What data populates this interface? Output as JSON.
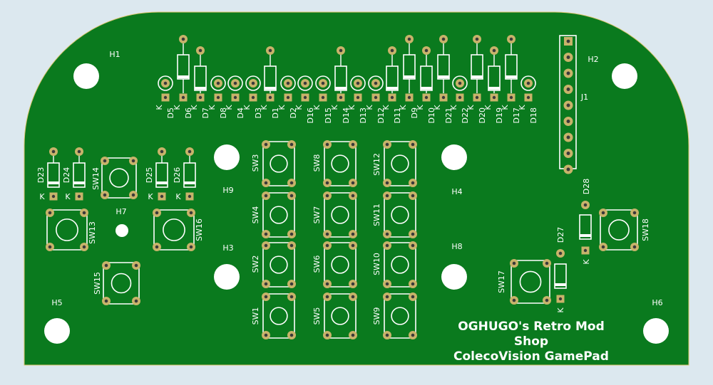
{
  "board": {
    "title_line1": "OGHUGO's Retro Mod Shop",
    "title_line2": "ColecoVision GamePad"
  },
  "colors": {
    "board": "#0a7a1e",
    "background": "#dce8ef",
    "pad": "#c8b36a",
    "silk": "#ffffff",
    "hole": "#ffffff"
  },
  "holes": [
    {
      "id": "H1",
      "label": "H1"
    },
    {
      "id": "H2",
      "label": "H2"
    },
    {
      "id": "H3",
      "label": "H3"
    },
    {
      "id": "H4",
      "label": "H4"
    },
    {
      "id": "H5",
      "label": "H5"
    },
    {
      "id": "H6",
      "label": "H6"
    },
    {
      "id": "H7",
      "label": "H7"
    },
    {
      "id": "H8",
      "label": "H8"
    },
    {
      "id": "H9",
      "label": "H9"
    }
  ],
  "connector": {
    "label": "J1"
  },
  "top_diodes": [
    "D5",
    "D6",
    "D7",
    "D8",
    "D4",
    "D3",
    "D1",
    "D2",
    "D16",
    "D15",
    "D14",
    "D13",
    "D12",
    "D11",
    "D9",
    "D10",
    "D21",
    "D22",
    "D20",
    "D19",
    "D17",
    "D18"
  ],
  "pin_letter": "K",
  "left_diodes": [
    "D23",
    "D24",
    "D25",
    "D26"
  ],
  "right_diodes": [
    "D28",
    "D27"
  ],
  "switches": [
    "SW1",
    "SW2",
    "SW3",
    "SW4",
    "SW5",
    "SW6",
    "SW7",
    "SW8",
    "SW9",
    "SW10",
    "SW11",
    "SW12",
    "SW13",
    "SW14",
    "SW15",
    "SW16",
    "SW17",
    "SW18"
  ]
}
